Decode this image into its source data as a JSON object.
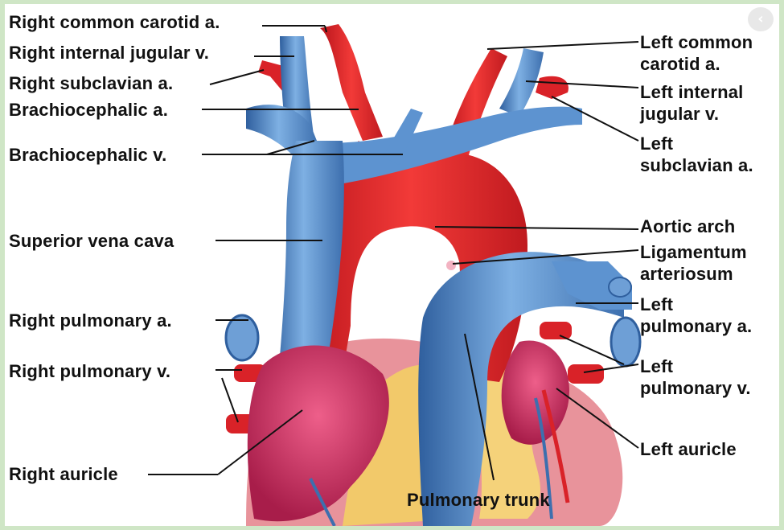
{
  "labels": {
    "right_common_carotid": "Right common carotid a.",
    "right_internal_jugular": "Right internal jugular v.",
    "right_subclavian": "Right subclavian a.",
    "brachiocephalic_a": "Brachiocephalic a.",
    "brachiocephalic_v": "Brachiocephalic v.",
    "superior_vena_cava": "Superior vena cava",
    "right_pulmonary_a": "Right pulmonary a.",
    "right_pulmonary_v": "Right pulmonary v.",
    "right_auricle": "Right auricle",
    "left_common_carotid": "Left common\ncarotid a.",
    "left_internal_jugular": "Left internal\njugular v.",
    "left_subclavian": "Left\nsubclavian a.",
    "aortic_arch": "Aortic arch",
    "ligamentum_arteriosum": "Ligamentum\narteriosum",
    "left_pulmonary_a": "Left\npulmonary a.",
    "left_pulmonary_v": "Left\npulmonary v.",
    "left_auricle": "Left auricle",
    "pulmonary_trunk": "Pulmonary trunk"
  },
  "close_icon": "‹",
  "colors": {
    "frame": "#cfe6c6",
    "artery": "#e8242a",
    "vein": "#4f86c6",
    "auricle": "#d63a68",
    "fat": "#f2c96a",
    "muscle": "#e89098"
  }
}
